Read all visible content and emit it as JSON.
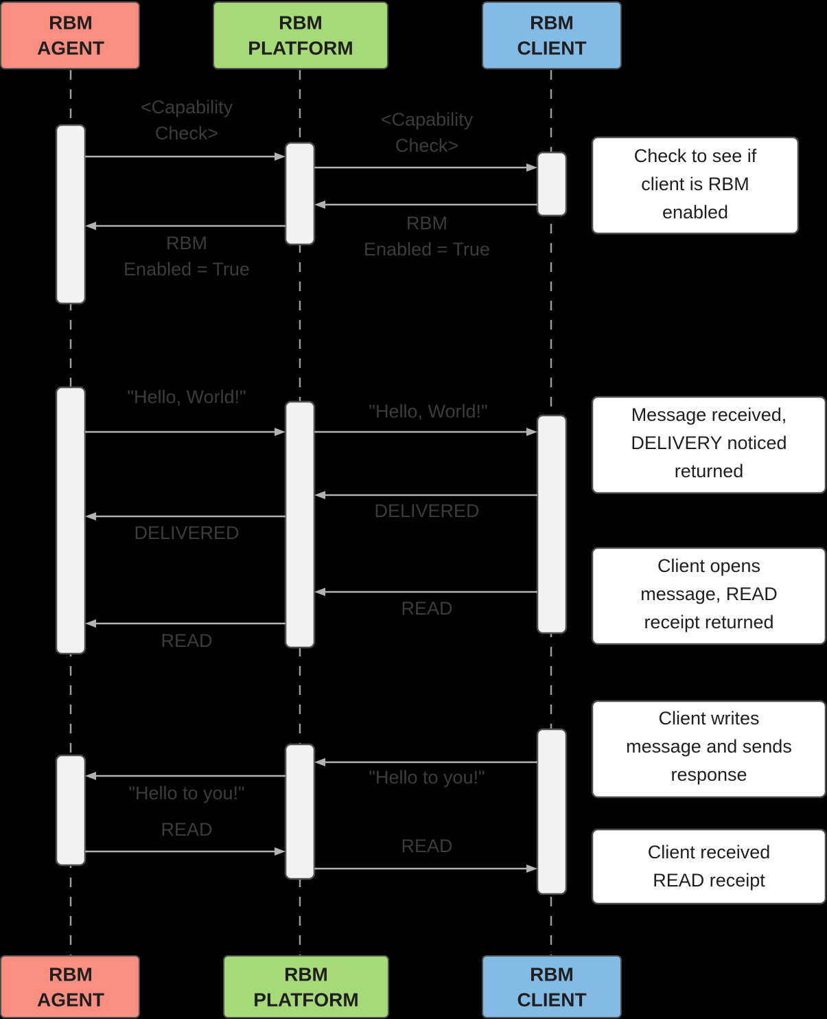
{
  "diagram": {
    "type": "uml-sequence-diagram",
    "background_color": "#000000",
    "lifelines": [
      {
        "id": "agent",
        "name": "RBM AGENT",
        "label_line1": "RBM",
        "label_line2": "AGENT",
        "color": "#FA8E80",
        "border_color": "#4d4d4d"
      },
      {
        "id": "platform",
        "name": "RBM PLATFORM",
        "label_line1": "RBM",
        "label_line2": "PLATFORM",
        "color": "#A6D977",
        "border_color": "#4d4d4d"
      },
      {
        "id": "client",
        "name": "RBM CLIENT",
        "label_line1": "RBM",
        "label_line2": "CLIENT",
        "color": "#84BBE5",
        "border_color": "#4d4d4d"
      }
    ],
    "messages": [
      {
        "id": "m1",
        "label": "<Capability",
        "label2": "Check>",
        "from": "agent",
        "to": "platform",
        "direction": "right"
      },
      {
        "id": "m2",
        "label": "<Capability",
        "label2": "Check>",
        "from": "platform",
        "to": "client",
        "direction": "right"
      },
      {
        "id": "m3",
        "label": "RBM",
        "label2": "Enabled = True",
        "from": "client",
        "to": "platform",
        "direction": "left"
      },
      {
        "id": "m4",
        "label": "RBM",
        "label2": "Enabled = True",
        "from": "platform",
        "to": "agent",
        "direction": "left"
      },
      {
        "id": "m5",
        "label": "\"Hello, World!\"",
        "label2": "",
        "from": "agent",
        "to": "platform",
        "direction": "right"
      },
      {
        "id": "m6",
        "label": "\"Hello, World!\"",
        "label2": "",
        "from": "platform",
        "to": "client",
        "direction": "right"
      },
      {
        "id": "m7",
        "label": "DELIVERED",
        "label2": "",
        "from": "client",
        "to": "platform",
        "direction": "left"
      },
      {
        "id": "m8",
        "label": "DELIVERED",
        "label2": "",
        "from": "platform",
        "to": "agent",
        "direction": "left"
      },
      {
        "id": "m9",
        "label": "READ",
        "label2": "",
        "from": "client",
        "to": "platform",
        "direction": "left"
      },
      {
        "id": "m10",
        "label": "READ",
        "label2": "",
        "from": "platform",
        "to": "agent",
        "direction": "left"
      },
      {
        "id": "m11",
        "label": "\"Hello to you!\"",
        "label2": "",
        "from": "client",
        "to": "platform",
        "direction": "left"
      },
      {
        "id": "m12",
        "label": "\"Hello to you!\"",
        "label2": "",
        "from": "platform",
        "to": "agent",
        "direction": "left"
      },
      {
        "id": "m13",
        "label": "READ",
        "label2": "",
        "from": "agent",
        "to": "platform",
        "direction": "right"
      },
      {
        "id": "m14",
        "label": "READ",
        "label2": "",
        "from": "platform",
        "to": "client",
        "direction": "right"
      }
    ],
    "notes": [
      {
        "id": "n1",
        "lines": [
          "Check to see if",
          "client is RBM",
          "enabled"
        ]
      },
      {
        "id": "n2",
        "lines": [
          "Message received,",
          "DELIVERY noticed",
          "returned"
        ]
      },
      {
        "id": "n3",
        "lines": [
          "Client opens",
          "message, READ",
          "receipt returned"
        ]
      },
      {
        "id": "n4",
        "lines": [
          "Client writes",
          "message and sends",
          "response"
        ]
      },
      {
        "id": "n5",
        "lines": [
          "Client received",
          "READ receipt"
        ]
      }
    ]
  }
}
